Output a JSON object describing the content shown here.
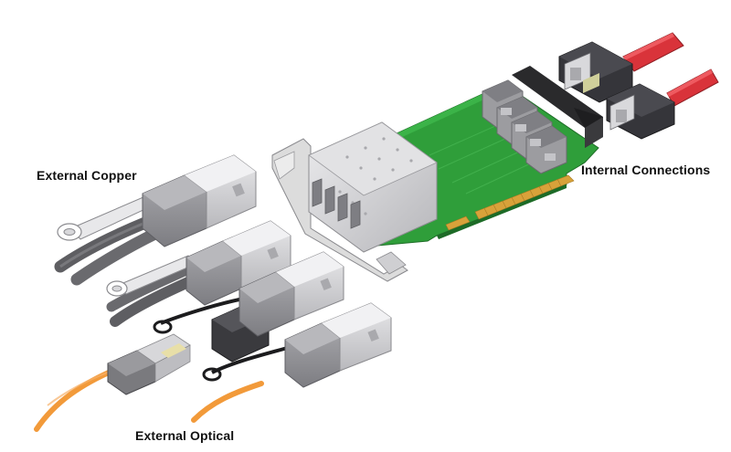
{
  "labels": {
    "external_copper": "External Copper",
    "internal_connections": "Internal Connections",
    "external_optical": "External Optical"
  },
  "colors": {
    "pcb_green": "#2f9e3a",
    "gold_finger": "#d8a23a",
    "connector_grey": "#9c9ca0",
    "cable_dark": "#5e5e62",
    "internal_cable_red": "#d9333a",
    "optical_fiber_orange": "#f29a3a",
    "bracket_silver": "#dcdcdc",
    "text": "#111111"
  }
}
